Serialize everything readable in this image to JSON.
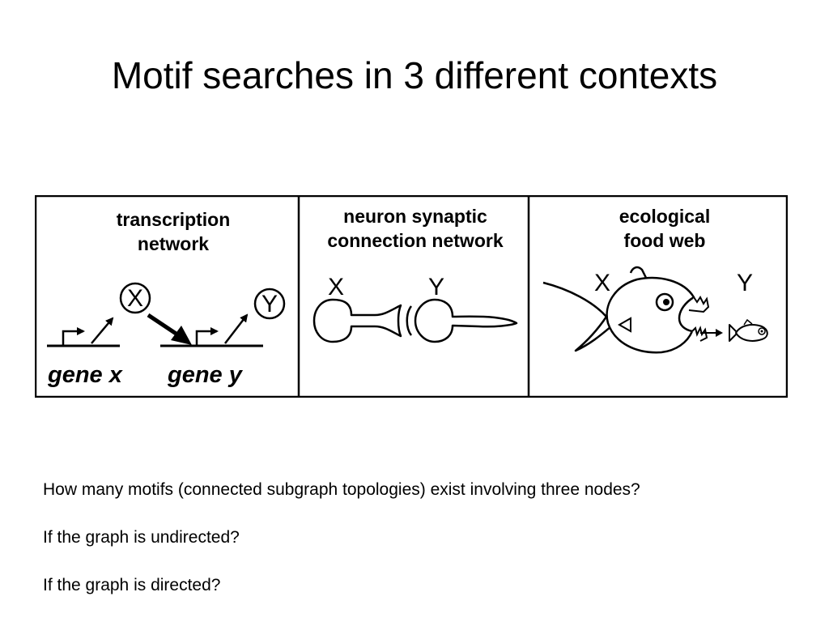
{
  "slide": {
    "title": "Motif searches in 3 different contexts"
  },
  "figure": {
    "panels": [
      {
        "title_lines": [
          "transcription",
          "network"
        ],
        "node_x": "X",
        "node_y": "Y",
        "gene_x": "gene x",
        "gene_y": "gene y"
      },
      {
        "title_lines": [
          "neuron synaptic",
          "connection network"
        ],
        "node_x": "X",
        "node_y": "Y"
      },
      {
        "title_lines": [
          "ecological",
          "food web"
        ],
        "node_x": "X",
        "node_y": "Y"
      }
    ]
  },
  "questions": [
    "How many motifs (connected subgraph topologies) exist involving three nodes?",
    "If the graph is undirected?",
    "If the graph is directed?"
  ]
}
